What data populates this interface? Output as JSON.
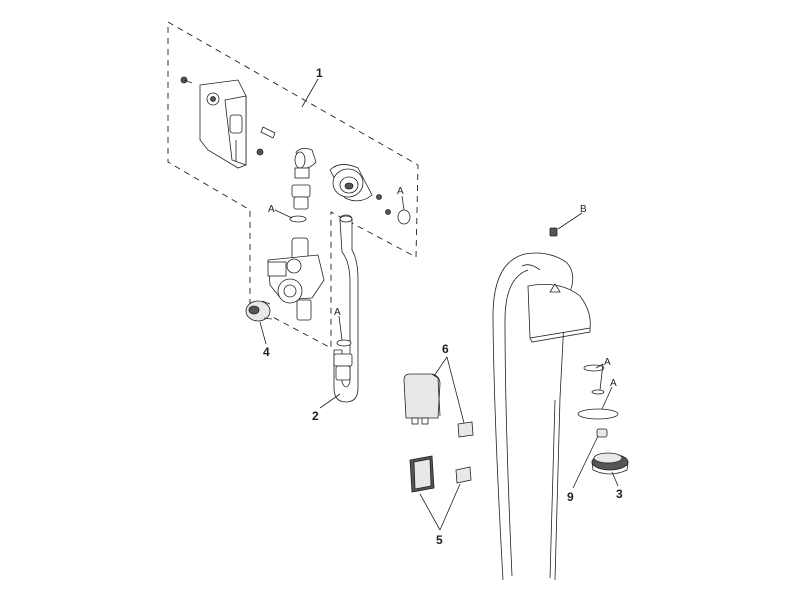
{
  "callouts": {
    "c1": "1",
    "c2": "2",
    "c3": "3",
    "c4": "4",
    "c5": "5",
    "c6": "6",
    "c9": "9",
    "a1": "A",
    "a2": "A",
    "a3": "A",
    "a4": "A",
    "a5": "A",
    "b1": "B"
  }
}
